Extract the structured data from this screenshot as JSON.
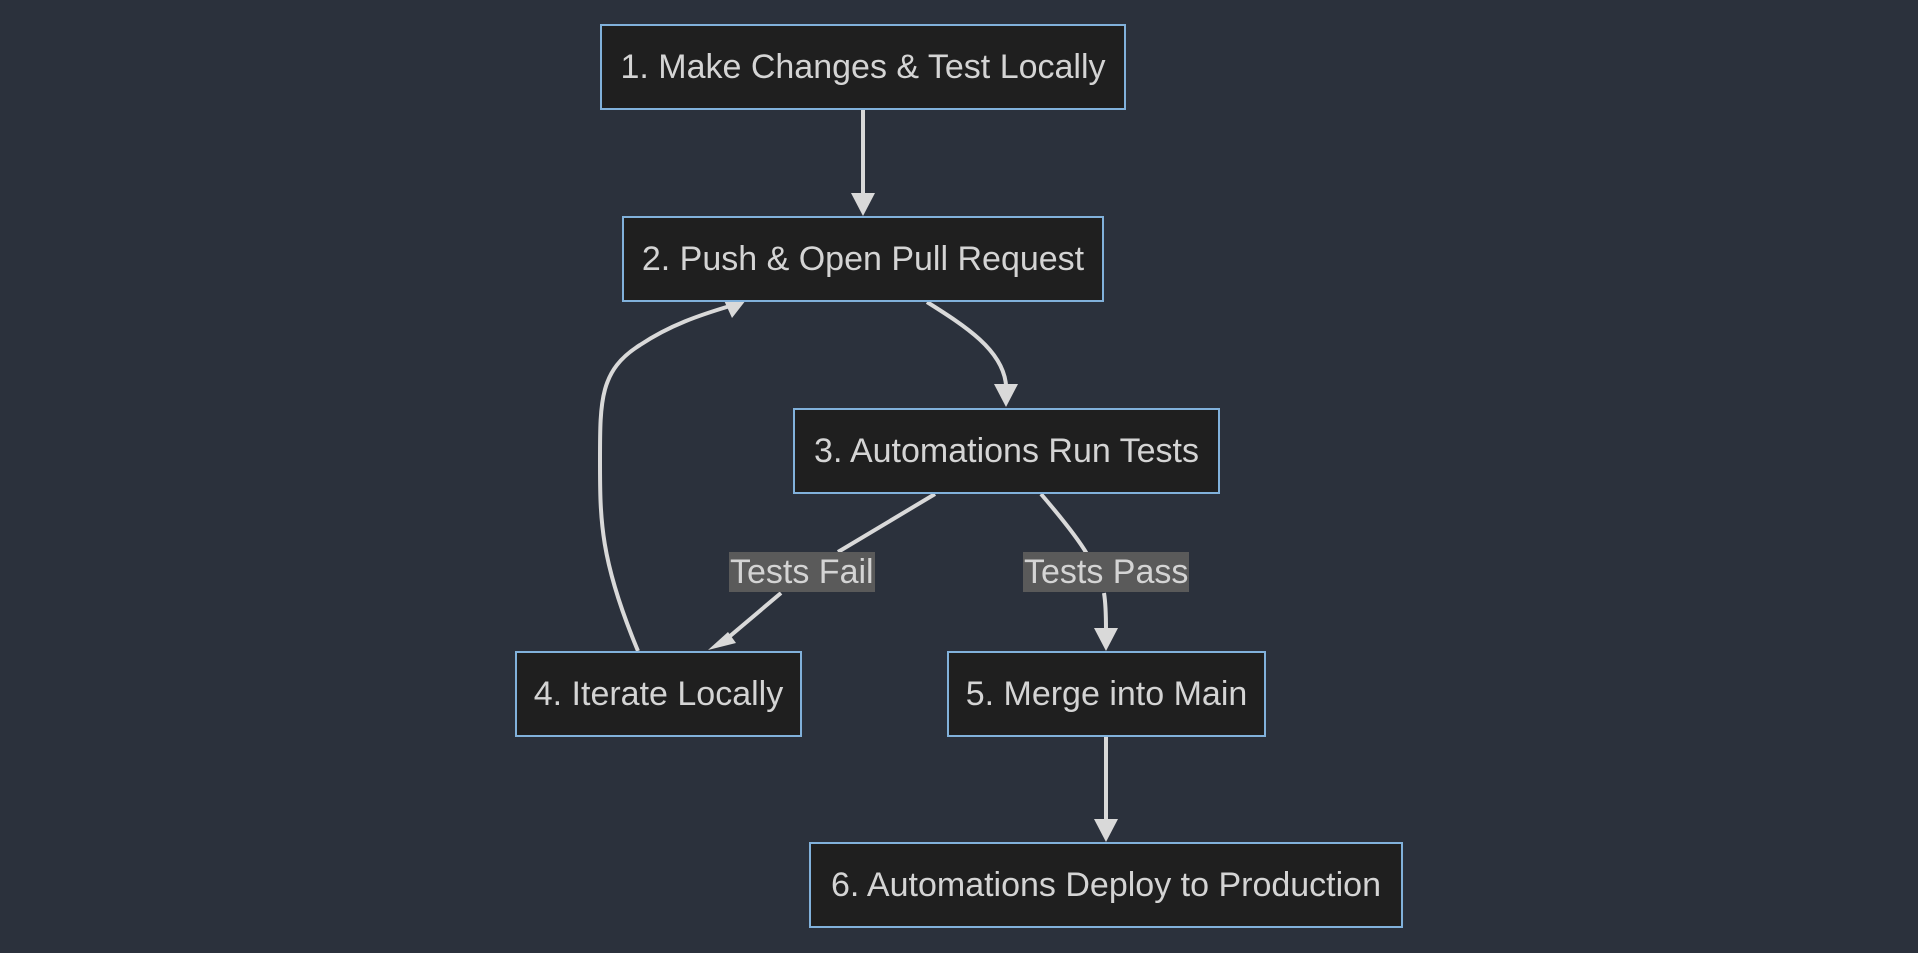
{
  "diagram": {
    "type": "flowchart",
    "colors": {
      "background": "#2b313c",
      "node_fill": "#1f1f1f",
      "node_border": "#81b1db",
      "text": "#d4d4d4",
      "edge": "#d9d9d9",
      "label_bg": "#5a5a5a"
    },
    "nodes": [
      {
        "id": "n1",
        "label": "1. Make Changes & Test Locally"
      },
      {
        "id": "n2",
        "label": "2. Push & Open Pull Request"
      },
      {
        "id": "n3",
        "label": "3. Automations Run Tests"
      },
      {
        "id": "n4",
        "label": "4. Iterate Locally"
      },
      {
        "id": "n5",
        "label": "5. Merge into Main"
      },
      {
        "id": "n6",
        "label": "6. Automations Deploy to Production"
      }
    ],
    "edges": [
      {
        "from": "n1",
        "to": "n2",
        "label": ""
      },
      {
        "from": "n2",
        "to": "n3",
        "label": ""
      },
      {
        "from": "n3",
        "to": "n4",
        "label": "Tests Fail"
      },
      {
        "from": "n3",
        "to": "n5",
        "label": "Tests Pass"
      },
      {
        "from": "n4",
        "to": "n2",
        "label": ""
      },
      {
        "from": "n5",
        "to": "n6",
        "label": ""
      }
    ]
  }
}
